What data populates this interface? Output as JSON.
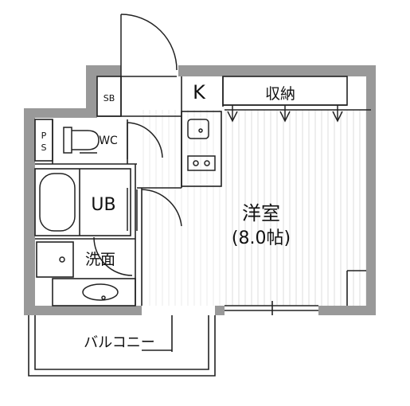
{
  "colors": {
    "wall": "#999999",
    "line": "#222222",
    "floor": "#ffffff",
    "grain": "#d9d9d9"
  },
  "rooms": {
    "western_room": {
      "name": "洋室",
      "size": "(8.0帖)"
    },
    "kitchen": {
      "name": "K"
    },
    "storage": {
      "name": "収納"
    },
    "shoe_box": {
      "name": "SB"
    },
    "pipe_space": {
      "line1": "P",
      "line2": "S"
    },
    "toilet": {
      "name": "WC"
    },
    "bathroom": {
      "name": "UB"
    },
    "washroom": {
      "name": "洗面"
    },
    "balcony": {
      "name": "バルコニー"
    }
  }
}
